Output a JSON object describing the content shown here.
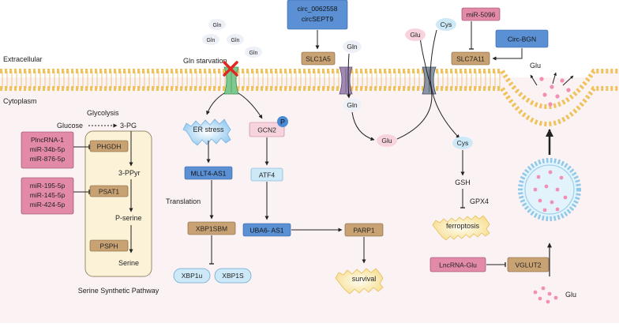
{
  "regions": {
    "extracellular": "Extracellular",
    "cytoplasm": "Cytoplasm"
  },
  "serine_pathway": {
    "title": "Glycolysis",
    "glucose": "Glucose",
    "pg3": "3-PG",
    "ppyr": "3-PPyr",
    "pserine": "P-serine",
    "serine": "Serine",
    "caption": "Serine Synthetic Pathway",
    "enzymes": {
      "phgdh": "PHGDH",
      "psat1": "PSAT1",
      "psph": "PSPH"
    },
    "regulators_phgdh": [
      "PlncRNA-1",
      "miR-34b-5p",
      "miR-876-5p"
    ],
    "regulators_psat1": [
      "miR-195-5p",
      "miR-145-5p",
      "miR-424-5p"
    ]
  },
  "gln_starvation": {
    "label": "Gln starvation",
    "gln_molecules": [
      "Gln",
      "Gln",
      "Gln",
      "Gln"
    ],
    "er_stress": "ER stress",
    "mllt4": "MLLT4-AS1",
    "translation": "Translation",
    "xbp1sbm": "XBP1SBM",
    "xbp1u": "XBP1u",
    "xbp1s": "XBP1S",
    "gcn2": "GCN2",
    "phospho": "P",
    "atf4": "ATF4",
    "uba6": "UBA6- AS1",
    "parp1": "PARP1",
    "survival": "survival"
  },
  "slc1a5": {
    "circ": [
      "circ_0062558",
      "circSEPT9"
    ],
    "transporter": "SLC1A5",
    "gln_out": "Gln",
    "gln_in": "Gln",
    "glu": "Glu"
  },
  "slc7a11": {
    "glu_out": "Glu",
    "cys_out": "Cys",
    "mir": "miR-5096",
    "circ": "Circ-BGN",
    "transporter": "SLC7A11",
    "cys_in": "Cys",
    "gsh": "GSH",
    "gpx4": "GPX4",
    "ferroptosis": "ferroptosis"
  },
  "vesicle": {
    "glu_released": "Glu",
    "lnc": "LncRNA-Glu",
    "vglut2": "VGLUT2",
    "glu_free": "Glu"
  },
  "colors": {
    "pink_box": "#e48aa9",
    "brown_box": "#c9a273",
    "blue_box": "#5b91d4",
    "light_blue": "#cde9f7",
    "membrane": "#f0c25b",
    "cytoplasm_bg": "#fbf2f4",
    "pathway_bg": "#fbf2d8",
    "red_x": "#e0281f"
  }
}
